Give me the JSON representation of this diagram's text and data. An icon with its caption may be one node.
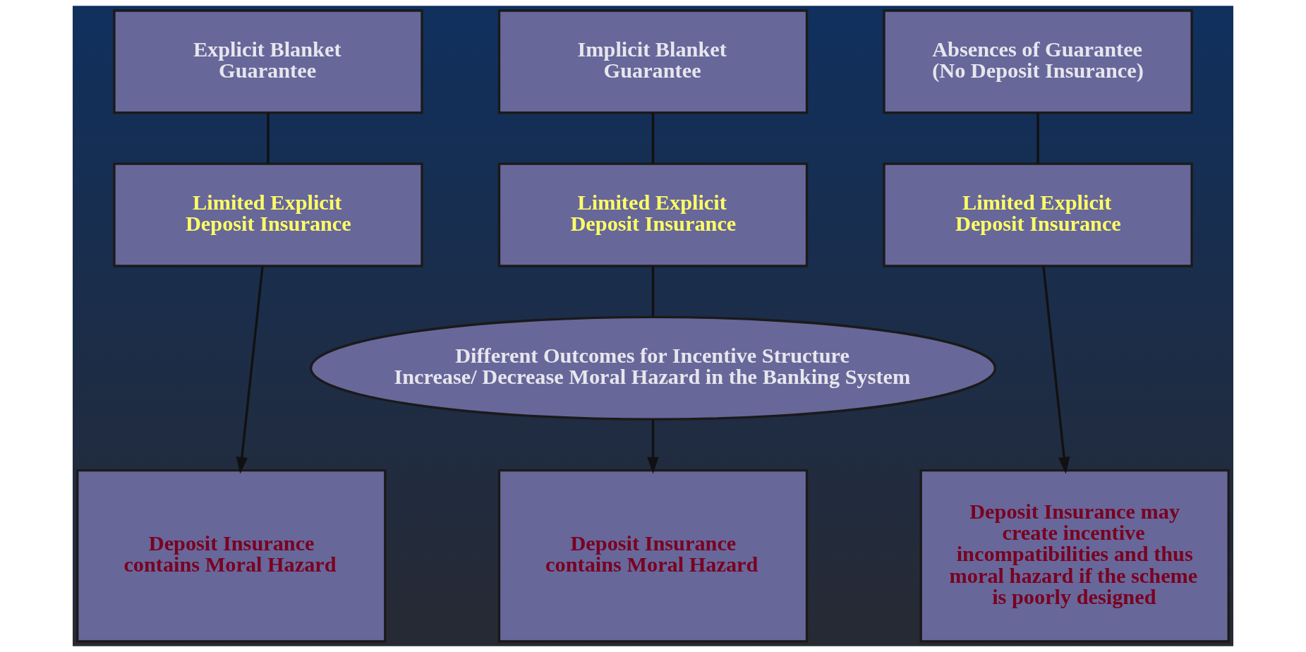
{
  "diagram": {
    "nodes": [
      {
        "text": [
          "Explicit Blanket Guarantee"
        ]
      },
      {
        "text": [
          "Implicit Blanket Guarantee"
        ]
      },
      {
        "text": [
          "Absences of Guarantee (No Deposit Insurance)"
        ]
      },
      {
        "text": [
          "Limited Explicit Deposit Insurance"
        ]
      },
      {
        "text": [
          "Limited Explicit Deposit Insurance"
        ]
      },
      {
        "text": [
          "Limited Explicit Deposit Insurance"
        ]
      },
      {
        "text": [
          "Different Outcomes for Incentive Structure",
          "Increase/ Decrease Moral Hazard in the Banking System"
        ]
      },
      {
        "text": [
          "Deposit Insurance contains Moral Hazard"
        ]
      },
      {
        "text": [
          "Deposit Insurance contains Moral Hazard"
        ]
      },
      {
        "text": [
          "Deposit Insurance may create incentive incompatibilities and thus moral hazard if the scheme is poorly designed"
        ]
      }
    ],
    "edges": [
      {
        "from": 0,
        "to": 3,
        "arrow": "none"
      },
      {
        "from": 1,
        "to": 4,
        "arrow": "none"
      },
      {
        "from": 2,
        "to": 5,
        "arrow": "none"
      },
      {
        "from": 3,
        "to": 7,
        "arrow": "to"
      },
      {
        "from": 4,
        "to": 6,
        "arrow": "none"
      },
      {
        "from": 6,
        "to": 8,
        "arrow": "to"
      },
      {
        "from": 5,
        "to": 9,
        "arrow": "to"
      }
    ]
  }
}
